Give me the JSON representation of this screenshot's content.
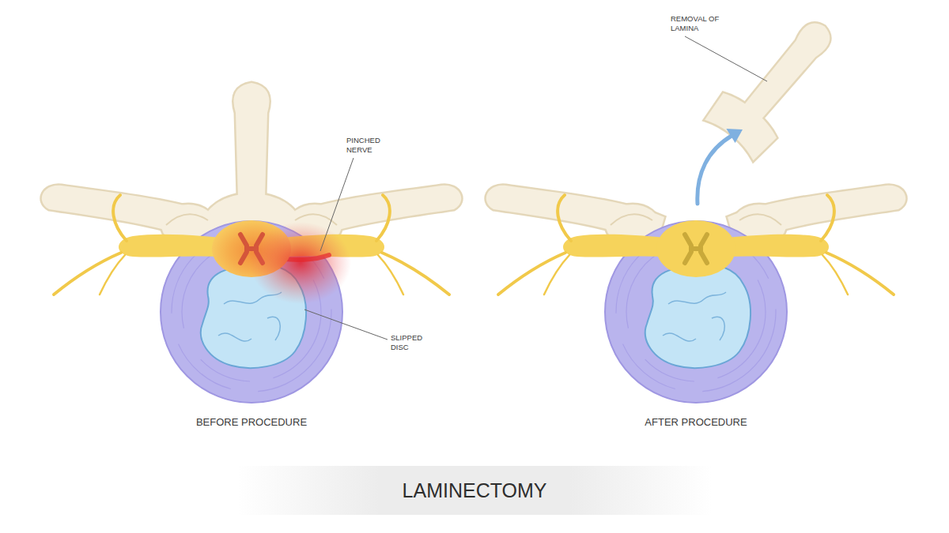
{
  "diagram": {
    "title": "LAMINECTOMY",
    "labels": [
      "REMOVAL OF LAMINA",
      "PINCHED NERVE",
      "SLIPPED DISC",
      "BEFORE PROCEDURE",
      "AFTER PROCEDURE"
    ]
  }
}
